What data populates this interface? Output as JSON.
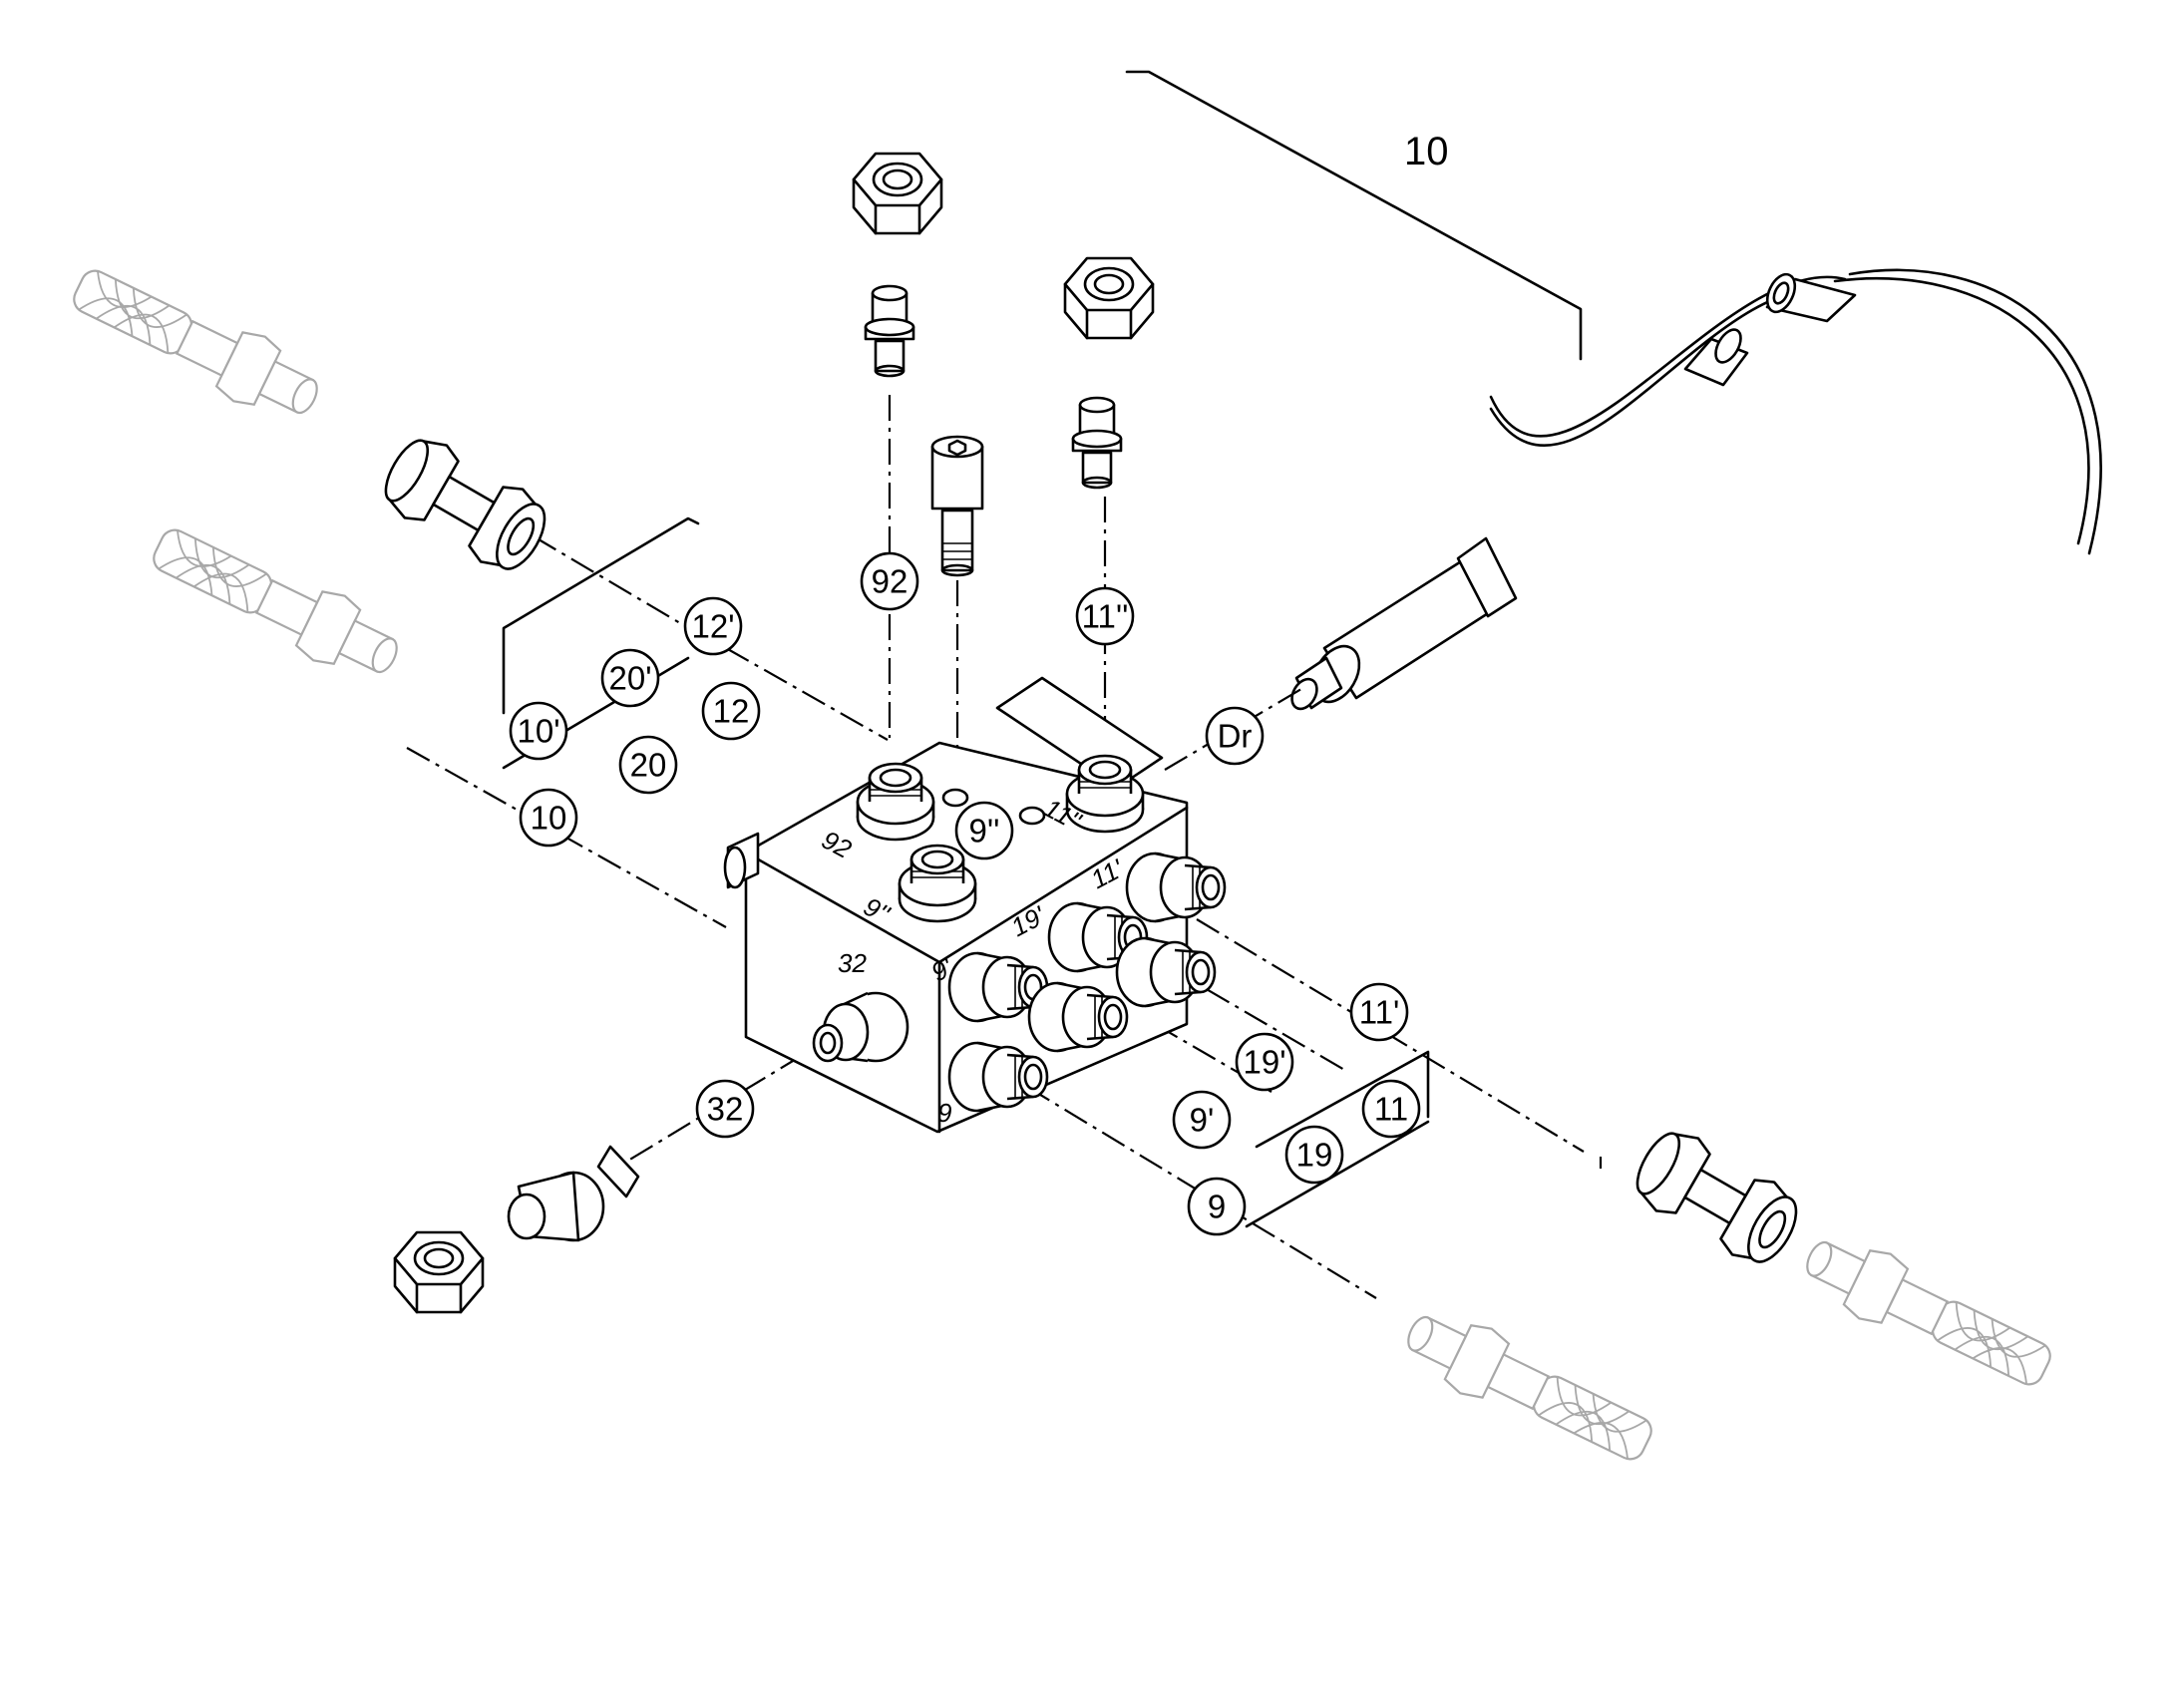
{
  "callouts": {
    "c10": "10",
    "c10p": "10'",
    "c12": "12",
    "c12p": "12'",
    "c20": "20",
    "c20p": "20'",
    "c92": "92",
    "c11pp": "11''",
    "cDr": "Dr",
    "c9pp": "9''",
    "c11p": "11'",
    "c11": "11",
    "c19p": "19'",
    "c19": "19",
    "c9p": "9'",
    "c9": "9",
    "c32": "32"
  },
  "port_labels": {
    "p92": "92",
    "p11pp": "11''",
    "p9pp": "9''",
    "p11p": "11'",
    "p19p": "19'",
    "p9p": "9'",
    "p9": "9",
    "p32": "32"
  },
  "assembly_ref": "10"
}
